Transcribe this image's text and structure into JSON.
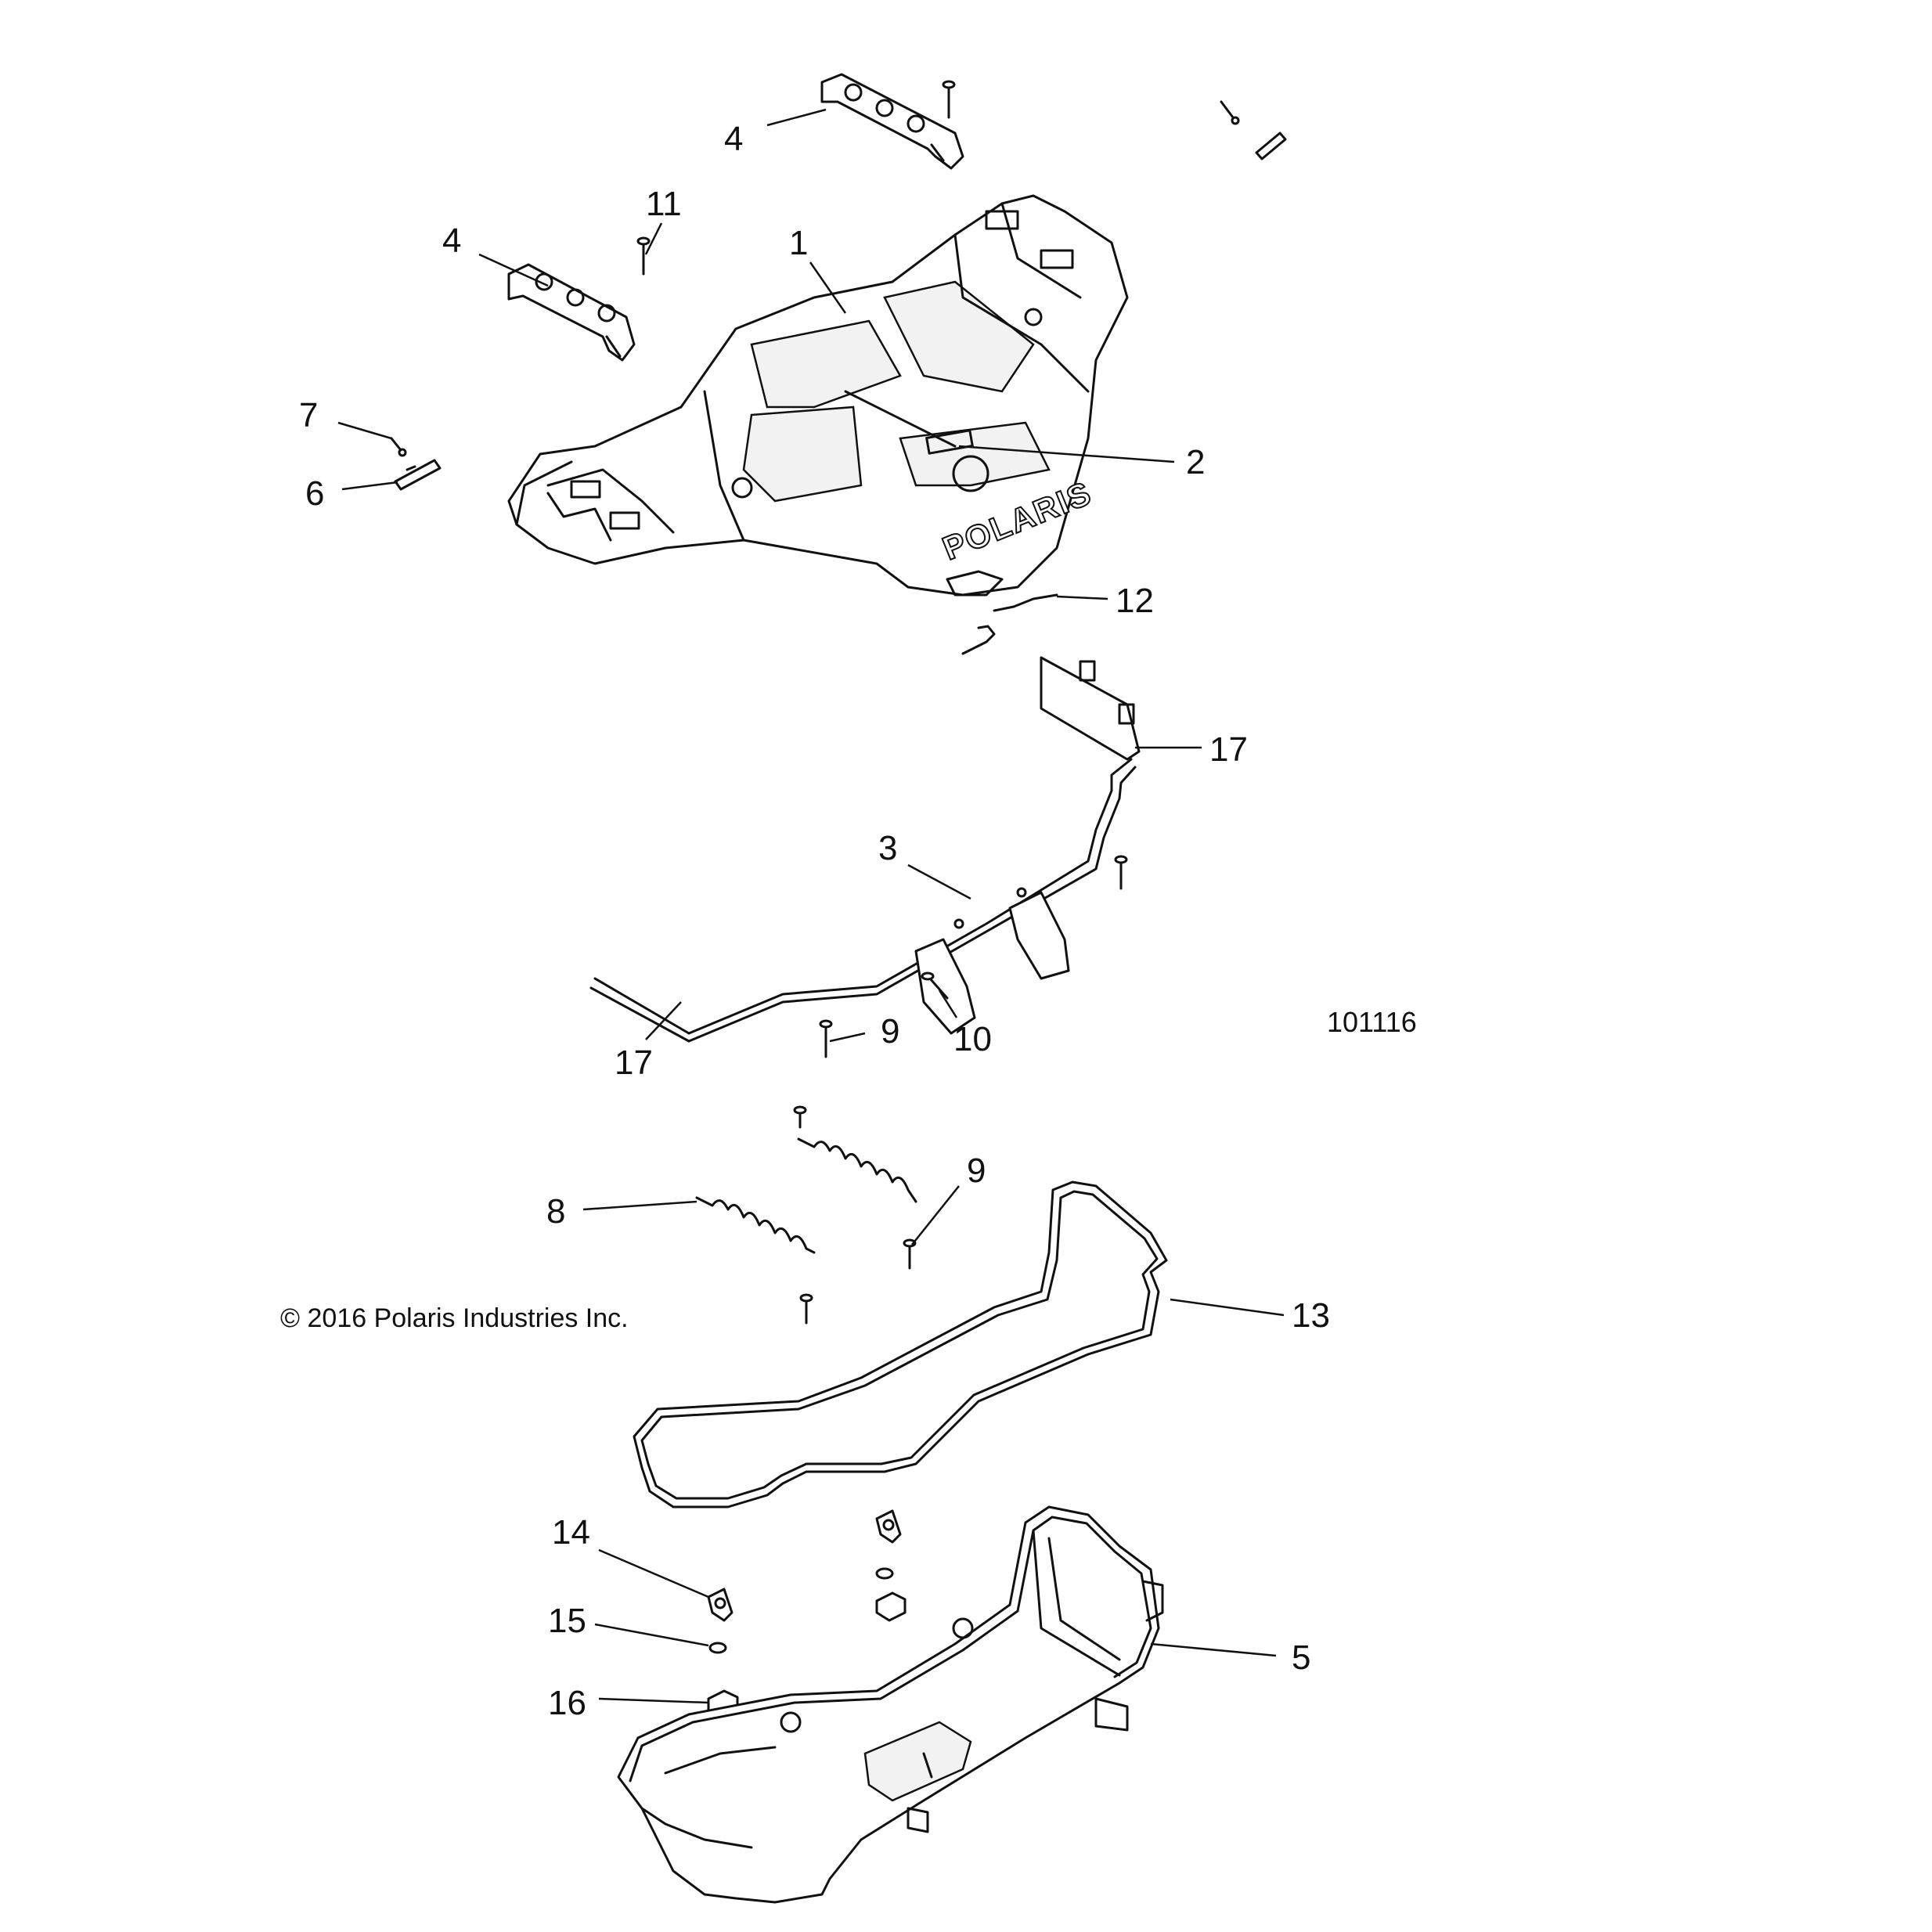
{
  "diagram": {
    "drawing_number": "101116",
    "copyright": "© 2016 Polaris Industries Inc.",
    "logo": "POLARIS",
    "callouts": [
      "1",
      "2",
      "3",
      "4",
      "4",
      "5",
      "6",
      "7",
      "8",
      "9",
      "9",
      "10",
      "11",
      "12",
      "13",
      "14",
      "15",
      "16",
      "17",
      "17"
    ]
  }
}
